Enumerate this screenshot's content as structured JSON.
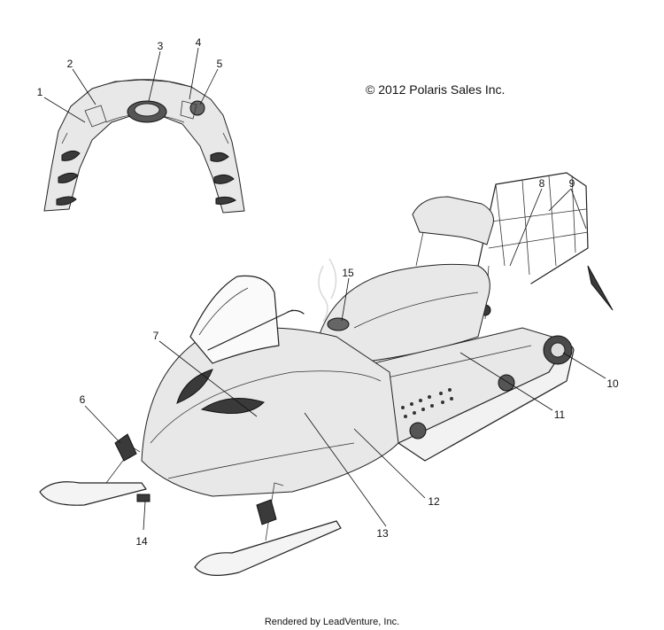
{
  "copyright": "© 2012 Polaris Sales Inc.",
  "footer": "Rendered by LeadVenture, Inc.",
  "callouts": [
    "1",
    "2",
    "3",
    "4",
    "5",
    "6",
    "7",
    "8",
    "9",
    "10",
    "11",
    "12",
    "13",
    "14",
    "15"
  ]
}
